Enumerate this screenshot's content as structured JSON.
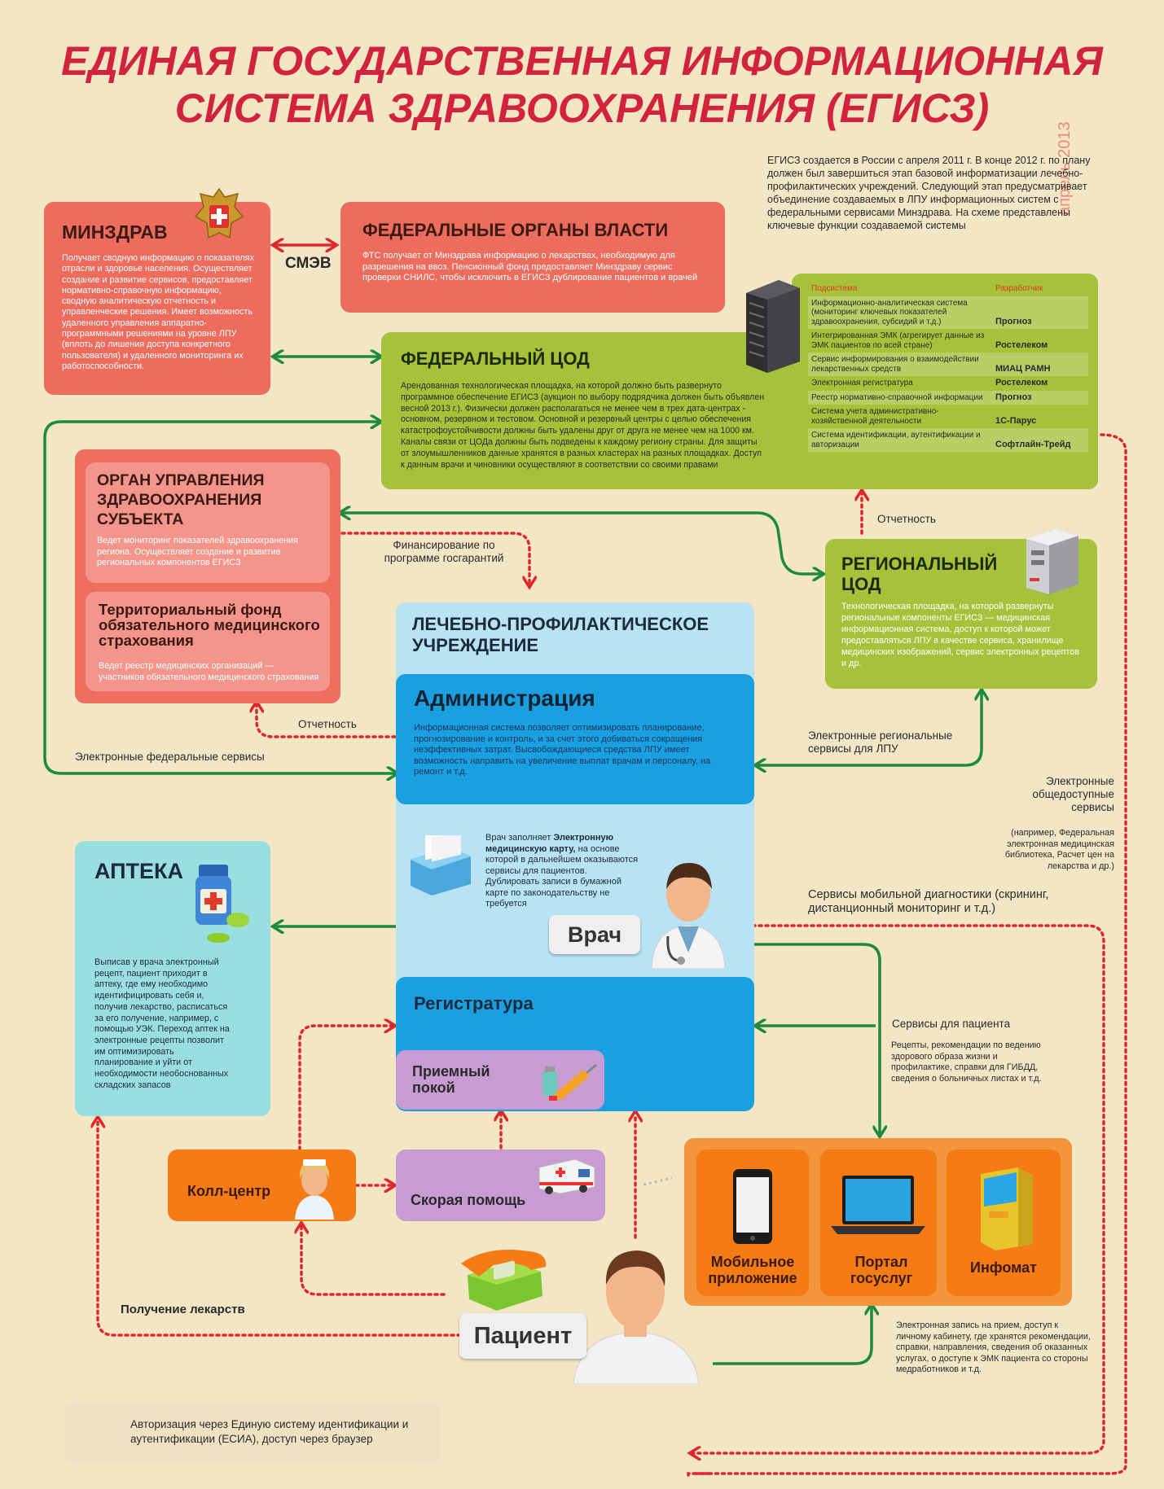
{
  "title": {
    "line1": "ЕДИНАЯ ГОСУДАРСТВЕННАЯ ИНФОРМАЦИОННАЯ",
    "line2": "СИСТЕМА ЗДРАВООХРАНЕНИЯ (ЕГИСЗ)"
  },
  "date_note": "апрель 2013",
  "intro": "ЕГИСЗ создается в России с апреля 2011 г. В конце 2012 г. по плану должен был завершиться этап базовой информатизации лечебно-профилактических учреждений. Следующий этап предусматривает объединение создаваемых в ЛПУ информационных систем с федеральными сервисами Минздрава. На схеме представлены ключевые функции создаваемой системы",
  "minzdrav": {
    "title": "МИНЗДРАВ",
    "text": "Получает сводную информацию о показателях отрасли и здоровье населения. Осуществляет создание и развитие сервисов, предоставляет нормативно-справочную информацию, сводную аналитическую отчетность и управленческие решения. Имеет возможность удаленного управления аппаратно-программными решениями на уровне ЛПУ (вплоть до лишения доступа конкретного пользователя) и удаленного мониторинга их работоспособности."
  },
  "smev_label": "СМЭВ",
  "federal_authorities": {
    "title": "ФЕДЕРАЛЬНЫЕ ОРГАНЫ ВЛАСТИ",
    "text": "ФТС получает от Минздрава информацию о лекарствах, необходимую для разрешения на ввоз. Пенсионный фонд предоставляет Минздраву сервис проверки СНИЛС, чтобы исключить в ЕГИСЗ дублирование пациентов и врачей"
  },
  "federal_dpc": {
    "title": "ФЕДЕРАЛЬНЫЙ ЦОД",
    "text": "Арендованная технологическая площадка, на которой должно быть развернуто программное обеспечение ЕГИСЗ (аукцион по выбору подрядчика должен быть объявлен весной 2013 г.). Физически должен располагаться не менее чем в трех дата-центрах - основном, резервном и тестовом. Основной и резервный центры с целью обеспечения катастрофоустойчивости должны быть удалены друг от друга не менее чем на 1000 км. Каналы связи от ЦОДа должны быть подведены к каждому региону страны. Для защиты от злоумышленников данные хранятся в разных кластерах на разных площадках. Доступ к данным врачи и чиновники осуществляют в соответствии со своими правами"
  },
  "subsystems": {
    "header_system": "Подсистема",
    "header_developer": "Разработчик",
    "rows": [
      {
        "system": "Информационно-аналитическая система (мониторинг ключевых показателей здравоохранения, субсидий и т.д.)",
        "developer": "Прогноз"
      },
      {
        "system": "Интегрированная ЭМК (агрегирует данные из ЭМК пациентов по всей стране)",
        "developer": "Ростелеком"
      },
      {
        "system": "Сервис информирования о взаимодействии лекарственных средств",
        "developer": "МИАЦ РАМН"
      },
      {
        "system": "Электронная регистратура",
        "developer": "Ростелеком"
      },
      {
        "system": "Реестр нормативно-справочной информации",
        "developer": "Прогноз"
      },
      {
        "system": "Система учета административно-хозяйственной деятельности",
        "developer": "1С-Парус"
      },
      {
        "system": "Система идентификации, аутентификации и авторизации",
        "developer": "Софтлайн-Трейд"
      }
    ]
  },
  "regional_authority": {
    "title": "ОРГАН УПРАВЛЕНИЯ ЗДРАВООХРАНЕНИЯ СУБЪЕКТА",
    "text": "Ведет мониторинг показателей здравоохранения региона. Осуществляет создание и развитие региональных компонентов ЕГИСЗ"
  },
  "tfoms": {
    "title": "Территориальный фонд обязательного медицинского страхования",
    "text": "Ведет реестр медицинских организаций — участников обязательного медицинского страхования"
  },
  "regional_dpc": {
    "title": "РЕГИОНАЛЬНЫЙ ЦОД",
    "text": "Технологическая площадка, на которой развернуты региональные компоненты ЕГИСЗ — медицинская информационная система, доступ к которой может предоставляться ЛПУ в качестве сервиса, хранилище медицинских изображений, сервис электронных рецептов и др."
  },
  "lpu": {
    "title": "ЛЕЧЕБНО-ПРОФИЛАКТИЧЕСКОЕ УЧРЕЖДЕНИЕ",
    "admin_title": "Администрация",
    "admin_text": "Информационная система позволяет оптимизировать планирование, прогнозирование и контроль, и за счет этого добиваться сокращения неэффективных затрат. Высвобождающиеся средства ЛПУ имеет возможность направить на увеличение выплат врачам и персоналу, на ремонт и т.д.",
    "doctor_text_prefix": "Врач заполняет ",
    "doctor_text_bold": "Электронную медицинскую карту,",
    "doctor_text_rest": " на основе которой в дальнейшем оказываются сервисы для пациентов. Дублировать записи в бумажной карте по законодательству не требуется",
    "doctor_label": "Врач",
    "registry_title": "Регистратура",
    "reception_title": "Приемный покой"
  },
  "pharmacy": {
    "title": "АПТЕКА",
    "text": "Выписав у врача электронный рецепт, пациент приходит в аптеку, где ему необходимо идентифицировать себя и, получив лекарство, расписаться за его получение, например, с помощью УЭК. Переход аптек на электронные рецепты позволит им оптимизировать планирование и уйти от необходимости необоснованных складских запасов"
  },
  "call_center": "Колл-центр",
  "ambulance": "Скорая помощь",
  "patient": "Пациент",
  "devices": {
    "mobile": "Мобильное приложение",
    "portal": "Портал госуслуг",
    "infomat": "Инфомат"
  },
  "labels": {
    "reporting_top": "Отчетность",
    "financing": "Финансирование по программе госгарантий",
    "reporting_left": "Отчетность",
    "federal_services": "Электронные федеральные сервисы",
    "regional_services": "Электронные региональные сервисы для ЛПУ",
    "public_services": "Электронные общедоступные сервисы",
    "public_services_note": "(например, Федеральная электронная медицинская библиотека, Расчет цен на лекарства и др.)",
    "mobile_diag": "Сервисы мобильной диагностики (скрининг, дистанционный мониторинг и т.д.)",
    "patient_services": "Сервисы для пациента",
    "patient_services_note": "Рецепты, рекомендации по ведению здорового образа жизни и профилактике, справки для ГИБДД, сведения о больничных листах и т.д.",
    "get_medicines": "Получение лекарств",
    "e_appointment": "Электронная запись на прием, доступ к личному кабинету, где хранятся рекомендации, справки, направления, сведения об оказанных услугах, о доступе к ЭМК пациента со стороны медработников и т.д.",
    "legend": "Авторизация через Единую систему идентификации и аутентификации (ЕСИА), доступ через браузер"
  },
  "colors": {
    "title": "#d12339",
    "red_box": "#ed6c5d",
    "green_box": "#a5c23a",
    "blue_box": "#1aa0e0",
    "light_blue": "#b7e3f3",
    "teal_box": "#9adfe0",
    "orange_box": "#f57b14",
    "purple_box": "#c79cd2",
    "arrow_green": "#1e8a3c",
    "arrow_red": "#e0262d"
  },
  "icons": [
    "emblem-icon",
    "server-icon",
    "server-small-icon",
    "card-file-icon",
    "doctor-icon",
    "medicine-icon",
    "syringe-icon",
    "ambulance-icon",
    "nurse-icon",
    "phone-icon",
    "patient-icon",
    "smartphone-icon",
    "laptop-icon",
    "infomat-icon"
  ]
}
